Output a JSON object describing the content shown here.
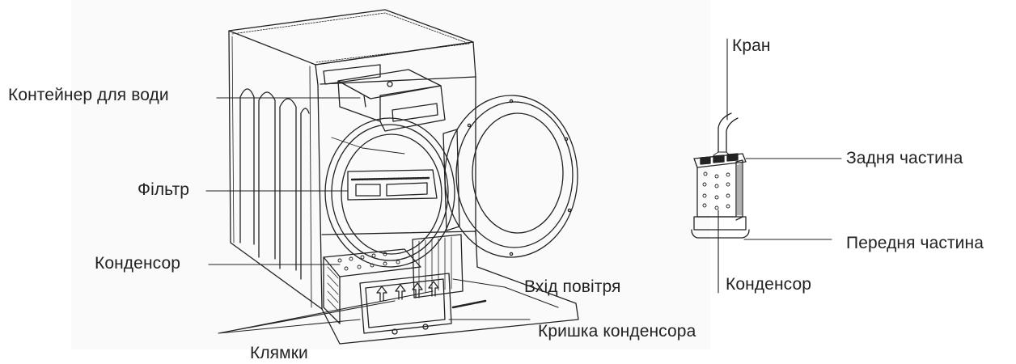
{
  "diagram": {
    "type": "appliance-parts-diagram",
    "subject": "Condenser tumble dryer with water container, filter and condenser",
    "dryer_labels": {
      "water_container": "Контейнер для води",
      "filter": "Фільтр",
      "condenser": "Конденсор",
      "latches": "Клямки",
      "air_inlet": "Вхід повітря",
      "condenser_cover": "Кришка конденсора"
    },
    "condenser_unit_labels": {
      "tap": "Кран",
      "back_part": "Задня частина",
      "front_part": "Передня частина",
      "condenser": "Конденсор"
    },
    "colors": {
      "line": "#222222",
      "background": "#ffffff",
      "panel": "#fafafa"
    }
  }
}
